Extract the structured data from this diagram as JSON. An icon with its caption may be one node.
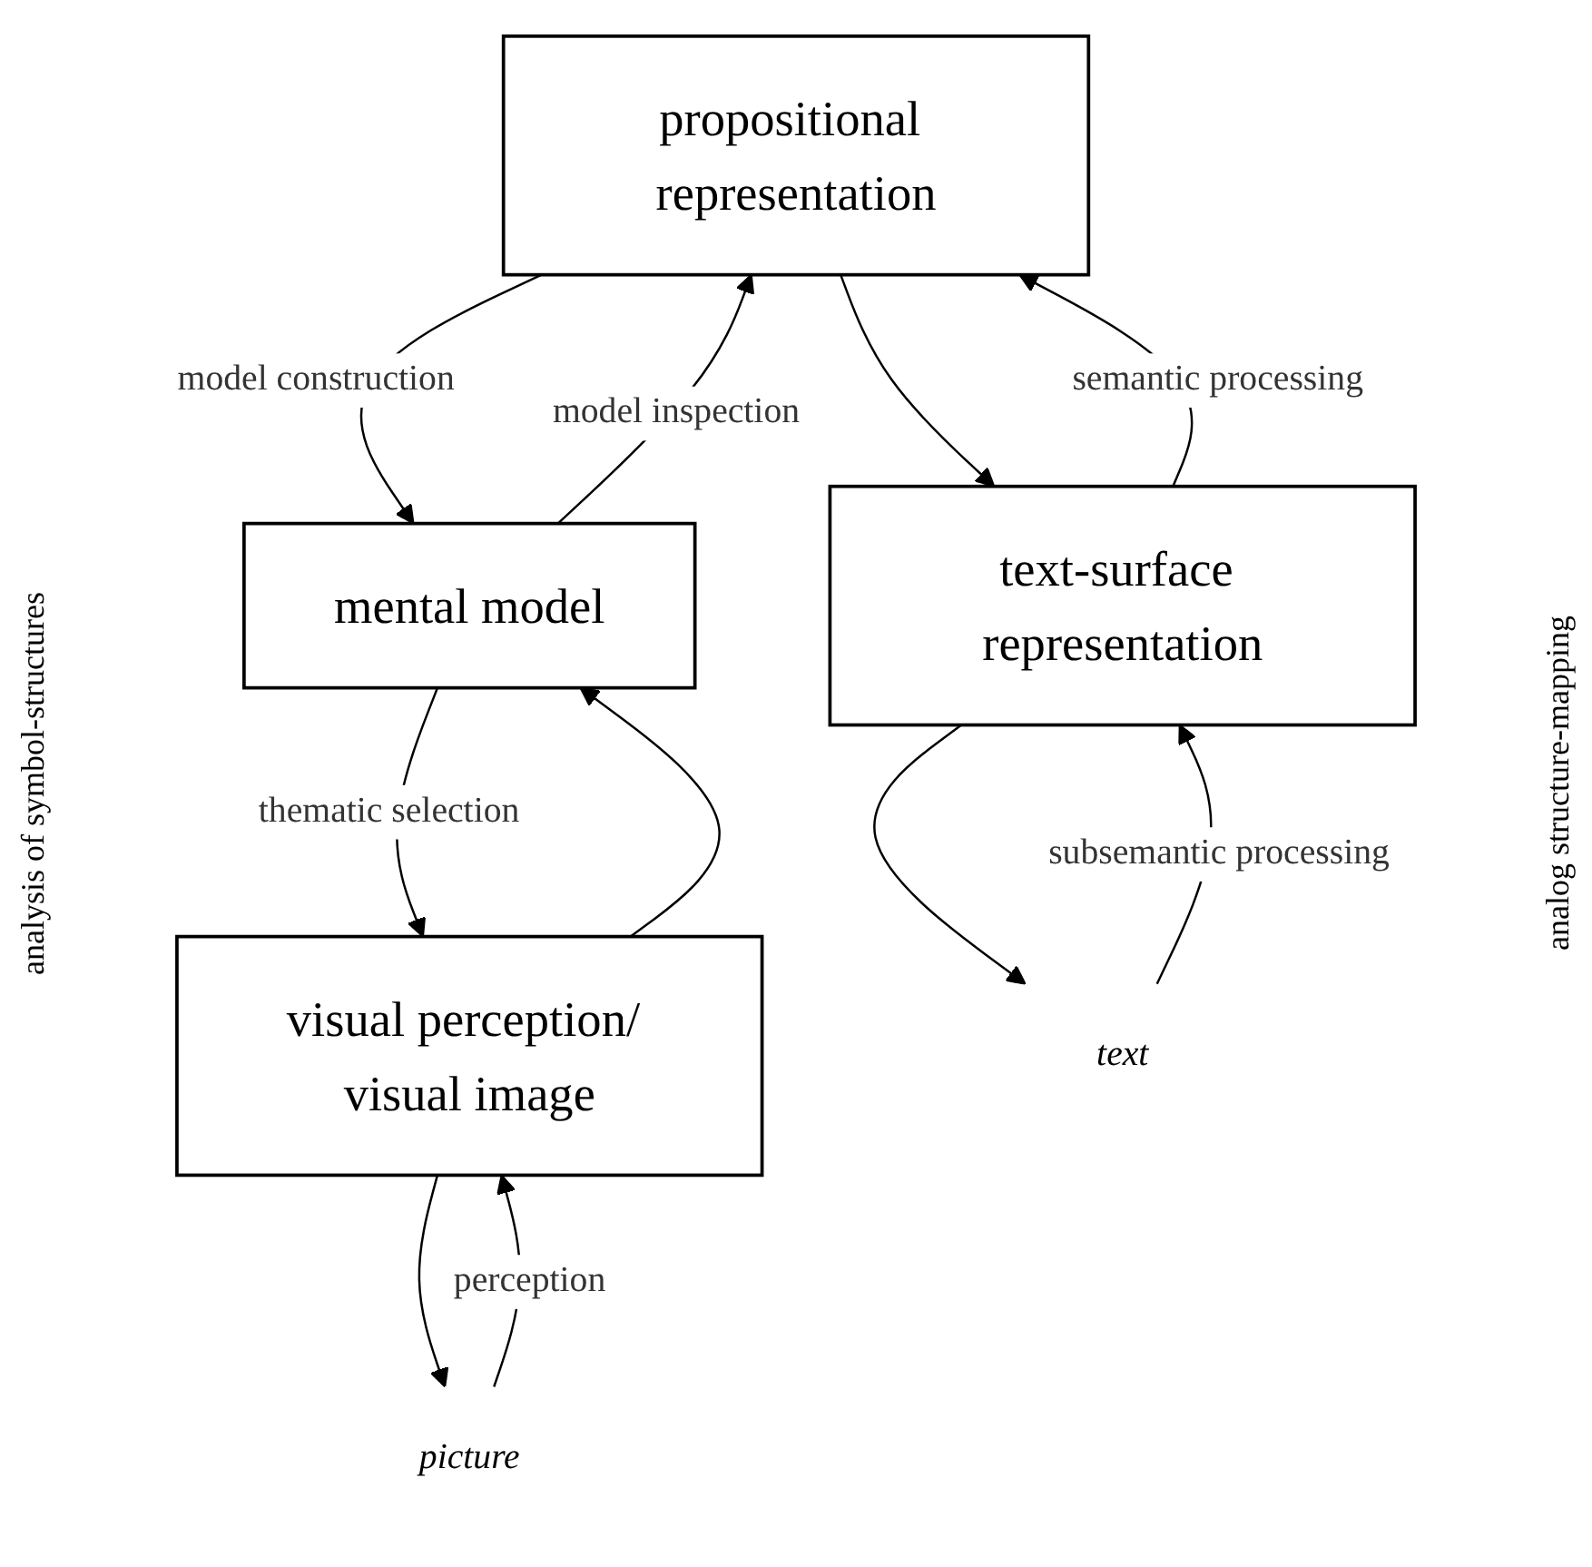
{
  "diagram": {
    "nodes": [
      {
        "text": [
          "propositional representation"
        ]
      },
      {
        "text": [
          "mental model"
        ]
      },
      {
        "text": [
          "text-surface representation"
        ]
      },
      {
        "text": [
          "visual perception/ visual image"
        ]
      },
      {
        "text": [
          "text"
        ]
      },
      {
        "text": [
          "picture"
        ]
      }
    ],
    "edges": [
      {
        "from": 0,
        "to": 1,
        "arrow": "to",
        "label": "model construction"
      },
      {
        "from": 1,
        "to": 0,
        "arrow": "to",
        "label": "model inspection"
      },
      {
        "from": 2,
        "to": 0,
        "arrow": "to",
        "label": "semantic processing"
      },
      {
        "from": 0,
        "to": 2,
        "arrow": "to"
      },
      {
        "from": 1,
        "to": 3,
        "arrow": "to",
        "label": "thematic selection"
      },
      {
        "from": 3,
        "to": 1,
        "arrow": "to"
      },
      {
        "from": 4,
        "to": 2,
        "arrow": "to",
        "label": "subsemantic processing"
      },
      {
        "from": 2,
        "to": 4,
        "arrow": "to"
      },
      {
        "from": 3,
        "to": 5,
        "arrow": "to"
      },
      {
        "from": 5,
        "to": 3,
        "arrow": "to",
        "label": "perception"
      }
    ],
    "labels": [
      "analysis of symbol-structures",
      "analog structure-mapping"
    ]
  }
}
